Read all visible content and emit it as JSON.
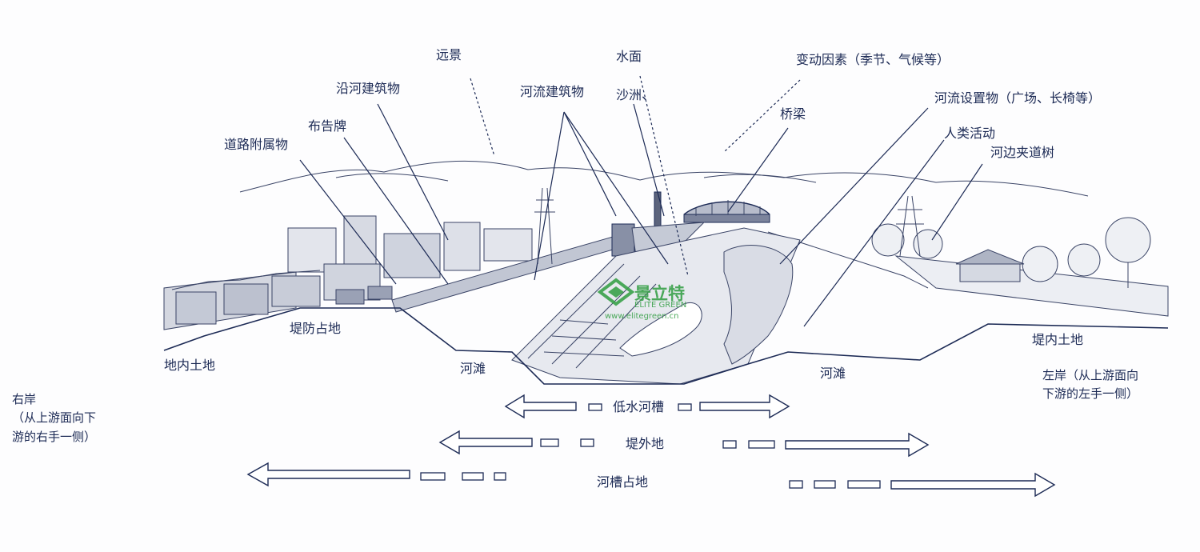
{
  "labels": {
    "distant_view": "远景",
    "water_surface": "水面",
    "sandbar": "沙洲、",
    "variable_factors": "变动因素（季节、气候等）",
    "riverside_buildings": "沿河建筑物",
    "river_structures": "河流建筑物",
    "bridge": "桥梁",
    "river_facilities": "河流设置物（广场、长椅等）",
    "billboard": "布告牌",
    "human_activity": "人类活动",
    "road_accessories": "道路附属物",
    "riverside_trees": "河边夹道树",
    "embankment_land": "堤防占地",
    "inland_land_left": "地内土地",
    "floodplain_left": "河滩",
    "floodplain_right": "河滩",
    "inland_land_right": "堤内土地",
    "left_bank_title": "左岸（从上游面向",
    "left_bank_desc": "下游的左手一侧）",
    "right_bank_title": "右岸",
    "right_bank_desc1": "（从上游面向下",
    "right_bank_desc2": "游的右手一侧）",
    "low_water_channel": "低水河槽",
    "outer_embankment": "堤外地",
    "channel_land": "河槽占地"
  },
  "watermark": {
    "brand": "景立特",
    "brand_en": "ELITE GREEN",
    "url": "www.elitegreen.cn"
  },
  "colors": {
    "ink": "#1c2a55",
    "logo_green": "#3aa14a"
  }
}
